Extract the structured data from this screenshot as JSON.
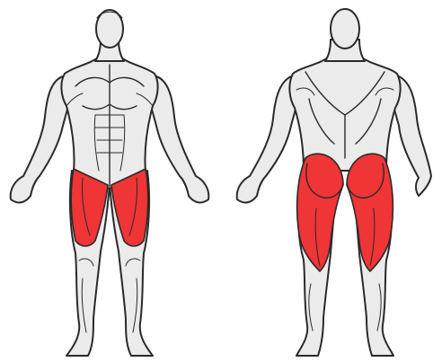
{
  "colors": {
    "background": "#ffffff",
    "body": "#ebebeb",
    "outline": "#2a2a2a",
    "highlight": "#ef3535"
  },
  "figures": [
    {
      "view": "front",
      "highlighted_muscles": [
        "quadriceps"
      ]
    },
    {
      "view": "back",
      "highlighted_muscles": [
        "glutes",
        "hamstrings"
      ]
    }
  ]
}
